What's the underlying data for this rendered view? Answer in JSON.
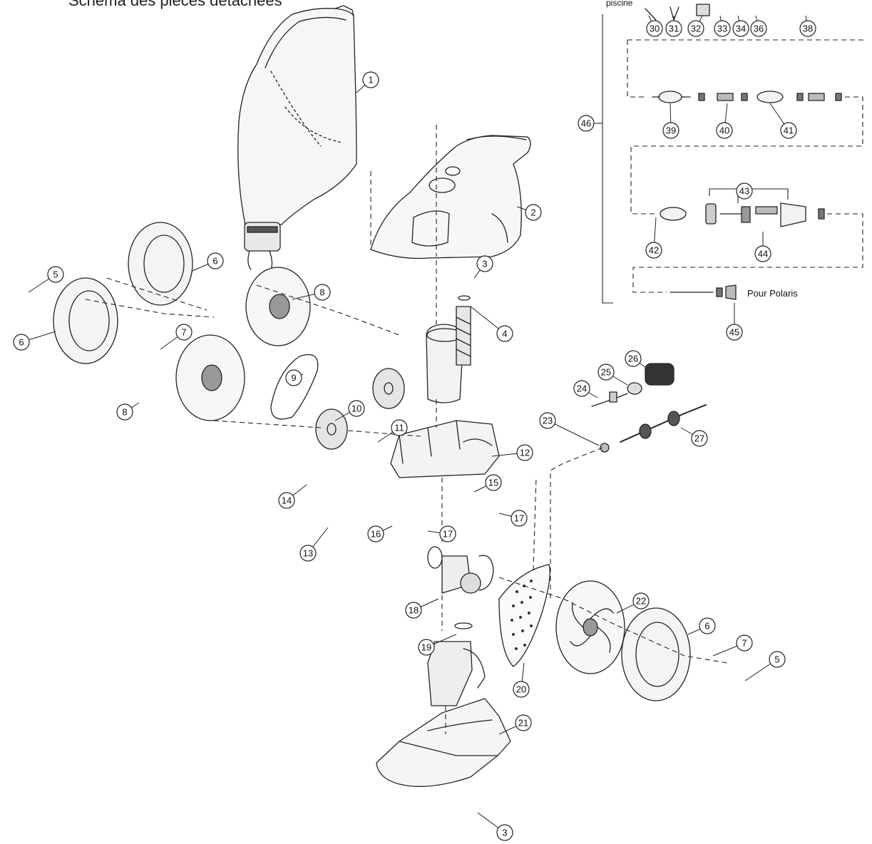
{
  "page": {
    "title": "Schéma des pièces détachées"
  },
  "kit_labels": {
    "piscine": "piscine",
    "pour_polaris": "Pour Polaris"
  },
  "callouts": [
    {
      "id": "c1",
      "label": "1"
    },
    {
      "id": "c2",
      "label": "2"
    },
    {
      "id": "c3a",
      "label": "3"
    },
    {
      "id": "c3b",
      "label": "3"
    },
    {
      "id": "c4",
      "label": "4"
    },
    {
      "id": "c5a",
      "label": "5"
    },
    {
      "id": "c5b",
      "label": "5"
    },
    {
      "id": "c6a",
      "label": "6"
    },
    {
      "id": "c6b",
      "label": "6"
    },
    {
      "id": "c6c",
      "label": "6"
    },
    {
      "id": "c7a",
      "label": "7"
    },
    {
      "id": "c7b",
      "label": "7"
    },
    {
      "id": "c8a",
      "label": "8"
    },
    {
      "id": "c8b",
      "label": "8"
    },
    {
      "id": "c9",
      "label": "9"
    },
    {
      "id": "c10",
      "label": "10"
    },
    {
      "id": "c11",
      "label": "11"
    },
    {
      "id": "c12",
      "label": "12"
    },
    {
      "id": "c13",
      "label": "13"
    },
    {
      "id": "c14",
      "label": "14"
    },
    {
      "id": "c15",
      "label": "15"
    },
    {
      "id": "c16",
      "label": "16"
    },
    {
      "id": "c17a",
      "label": "17"
    },
    {
      "id": "c17b",
      "label": "17"
    },
    {
      "id": "c18",
      "label": "18"
    },
    {
      "id": "c19",
      "label": "19"
    },
    {
      "id": "c20",
      "label": "20"
    },
    {
      "id": "c21",
      "label": "21"
    },
    {
      "id": "c22",
      "label": "22"
    },
    {
      "id": "c23",
      "label": "23"
    },
    {
      "id": "c24",
      "label": "24"
    },
    {
      "id": "c25",
      "label": "25"
    },
    {
      "id": "c26",
      "label": "26"
    },
    {
      "id": "c27",
      "label": "27"
    },
    {
      "id": "c30",
      "label": "30"
    },
    {
      "id": "c31",
      "label": "31"
    },
    {
      "id": "c32",
      "label": "32"
    },
    {
      "id": "c33",
      "label": "33"
    },
    {
      "id": "c34",
      "label": "34"
    },
    {
      "id": "c36",
      "label": "36"
    },
    {
      "id": "c38",
      "label": "38"
    },
    {
      "id": "c39",
      "label": "39"
    },
    {
      "id": "c40",
      "label": "40"
    },
    {
      "id": "c41",
      "label": "41"
    },
    {
      "id": "c42",
      "label": "42"
    },
    {
      "id": "c43",
      "label": "43"
    },
    {
      "id": "c44",
      "label": "44"
    },
    {
      "id": "c45",
      "label": "45"
    },
    {
      "id": "c46",
      "label": "46"
    }
  ]
}
